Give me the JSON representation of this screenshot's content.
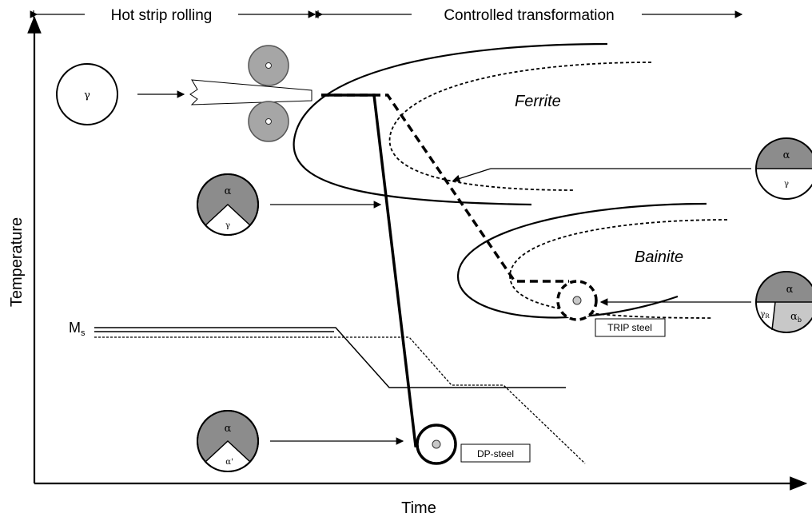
{
  "header": {
    "left": "Hot strip rolling",
    "right": "Controlled transformation"
  },
  "axes": {
    "y_label": "Temperature",
    "x_label": "Time",
    "ms_label": "M",
    "ms_sub": "s"
  },
  "regions": {
    "ferrite": "Ferrite",
    "bainite": "Bainite"
  },
  "phases": {
    "gamma": "γ",
    "alpha": "α",
    "alpha_prime": "α'",
    "gamma_r": "γ",
    "gamma_r_sub": "R",
    "alpha_b": "α",
    "alpha_b_sub": "b"
  },
  "boxes": {
    "trip": "TRIP steel",
    "dp": "DP-steel"
  },
  "colors": {
    "phase_gray": "#8c8c8c",
    "light_gray": "#c8c8c8",
    "roll_gray": "#a6a6a6"
  }
}
